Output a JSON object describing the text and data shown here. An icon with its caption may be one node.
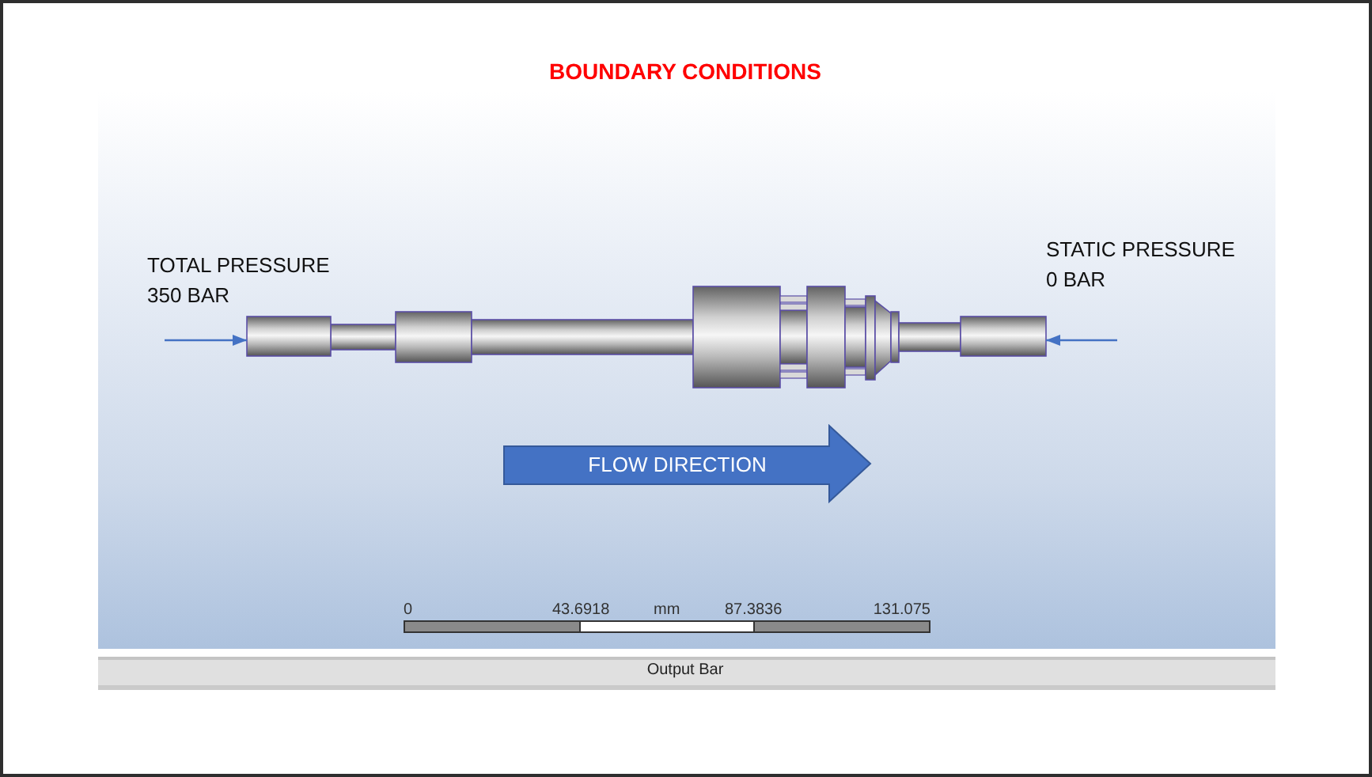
{
  "diagram": {
    "title": "BOUNDARY CONDITIONS",
    "nodes": [
      {
        "text": [],
        "shape": "cylinder"
      },
      {
        "text": [],
        "shape": "cylinder"
      },
      {
        "text": [
          "FLOW DIRECTION"
        ]
      }
    ],
    "edges": [
      {
        "from": null,
        "to": 0,
        "arrow": "to"
      },
      {
        "from": null,
        "to": 1,
        "arrow": "to"
      }
    ],
    "labels": [
      "TOTAL PRESSURE 350 BAR",
      "STATIC PRESSURE 0 BAR",
      "0",
      "43.6918",
      "mm",
      "87.3836",
      "131.075",
      "Output Bar"
    ]
  }
}
